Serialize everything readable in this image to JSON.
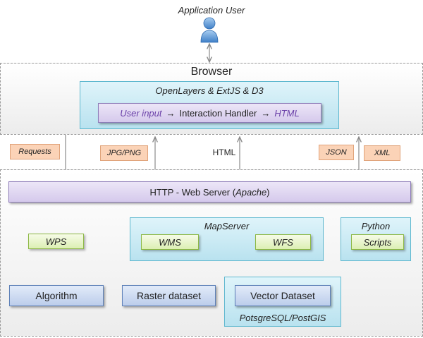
{
  "user": {
    "label": "Application User",
    "icon": "user-icon"
  },
  "browser": {
    "title": "Browser",
    "client_libs": "OpenLayers & ExtJS & D3",
    "flow": {
      "input": "User input",
      "handler": "Interaction Handler",
      "output": "HTML",
      "arrow": "→"
    }
  },
  "transfers": {
    "requests": "Requests",
    "jpg_png": "JPG/PNG",
    "html": "HTML",
    "json": "JSON",
    "xml": "XML"
  },
  "server": {
    "web_server_prefix": "HTTP - Web Server (",
    "web_server_name": "Apache",
    "web_server_suffix": ")",
    "wps": "WPS",
    "mapserver": "MapServer",
    "wms": "WMS",
    "wfs": "WFS",
    "python": "Python",
    "scripts": "Scripts",
    "algorithm": "Algorithm",
    "raster": "Raster dataset",
    "vector": "Vector Dataset",
    "postgis": "PotsgreSQL/PostGIS"
  },
  "colors": {
    "arrow": "#8a8a8a",
    "purple_text": "#6a3fa8"
  }
}
